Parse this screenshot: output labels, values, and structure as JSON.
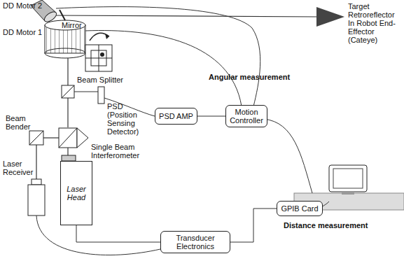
{
  "diagram": {
    "nodes": [
      {
        "text": [
          "PSD AMP"
        ]
      },
      {
        "text": [
          "Motion Controller"
        ]
      },
      {
        "text": [
          "Laser Head"
        ]
      },
      {
        "text": [
          "GPIB Card"
        ]
      },
      {
        "text": [
          "Transducer Electronics"
        ]
      }
    ],
    "edges": [
      {
        "from": 0,
        "to": 1,
        "arrow": "none"
      },
      {
        "from": 2,
        "to": 4,
        "arrow": "none"
      },
      {
        "from": 4,
        "to": 3,
        "arrow": "none"
      }
    ],
    "labels": [
      "DD Motor 2",
      "Mirror",
      "Target Retroreflector In Robot End-Effector (Cateye)",
      "DD Motor 1",
      "Angular measurement",
      "Beam Splitter",
      "PSD (Position Sensing Detector)",
      "Beam Bender",
      "Single Beam Interferometer",
      "Laser Receiver",
      "Distance measurement"
    ]
  }
}
